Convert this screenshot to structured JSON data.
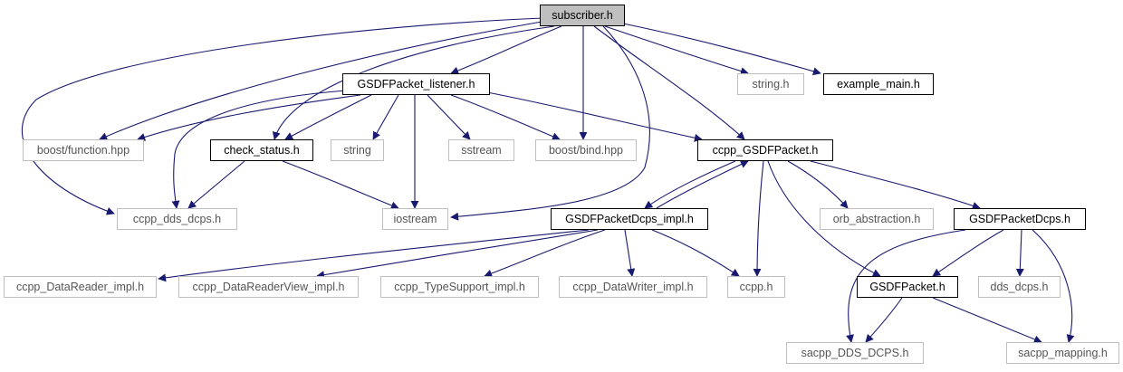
{
  "colors": {
    "edge": "#191970",
    "root_fill": "#bfbfbf",
    "internal_border": "#000000",
    "external_border": "#bfbfbf"
  },
  "nodes": {
    "subscriber": {
      "label": "subscriber.h",
      "kind": "root"
    },
    "gsdf_listener": {
      "label": "GSDFPacket_listener.h",
      "kind": "internal"
    },
    "string_h": {
      "label": "string.h",
      "kind": "external"
    },
    "example_main": {
      "label": "example_main.h",
      "kind": "internal"
    },
    "boost_function": {
      "label": "boost/function.hpp",
      "kind": "external"
    },
    "check_status": {
      "label": "check_status.h",
      "kind": "internal"
    },
    "string": {
      "label": "string",
      "kind": "external"
    },
    "sstream": {
      "label": "sstream",
      "kind": "external"
    },
    "boost_bind": {
      "label": "boost/bind.hpp",
      "kind": "external"
    },
    "ccpp_gsdf": {
      "label": "ccpp_GSDFPacket.h",
      "kind": "internal"
    },
    "ccpp_dds_dcps": {
      "label": "ccpp_dds_dcps.h",
      "kind": "external"
    },
    "iostream": {
      "label": "iostream",
      "kind": "external"
    },
    "gsdf_dcps_impl": {
      "label": "GSDFPacketDcps_impl.h",
      "kind": "internal"
    },
    "orb_abstraction": {
      "label": "orb_abstraction.h",
      "kind": "external"
    },
    "gsdf_dcps": {
      "label": "GSDFPacketDcps.h",
      "kind": "internal"
    },
    "ccpp_datareader_impl": {
      "label": "ccpp_DataReader_impl.h",
      "kind": "external"
    },
    "ccpp_datareaderview": {
      "label": "ccpp_DataReaderView_impl.h",
      "kind": "external"
    },
    "ccpp_typesupport": {
      "label": "ccpp_TypeSupport_impl.h",
      "kind": "external"
    },
    "ccpp_datawriter": {
      "label": "ccpp_DataWriter_impl.h",
      "kind": "external"
    },
    "ccpp_h": {
      "label": "ccpp.h",
      "kind": "external"
    },
    "gsdfpacket": {
      "label": "GSDFPacket.h",
      "kind": "internal"
    },
    "dds_dcps": {
      "label": "dds_dcps.h",
      "kind": "external"
    },
    "sacpp_dds_dcps": {
      "label": "sacpp_DDS_DCPS.h",
      "kind": "external"
    },
    "sacpp_mapping": {
      "label": "sacpp_mapping.h",
      "kind": "external"
    }
  }
}
